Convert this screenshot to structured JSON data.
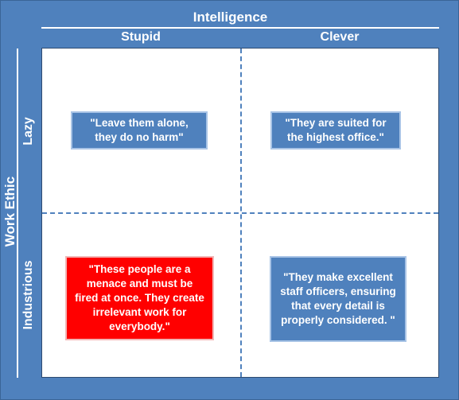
{
  "x_axis": {
    "title": "Intelligence",
    "columns": [
      "Stupid",
      "Clever"
    ]
  },
  "y_axis": {
    "title": "Work Ethic",
    "rows": [
      "Lazy",
      "Industrious"
    ]
  },
  "quadrants": {
    "lazy_stupid": {
      "text": "\"Leave them alone, they do no harm\"",
      "color": "#4f81bd"
    },
    "lazy_clever": {
      "text": "\"They are suited for the highest office.\"",
      "color": "#4f81bd"
    },
    "industrious_stupid": {
      "text": "\"These people are a menace and must be fired at once. They create irrelevant work for everybody.\"",
      "color": "#ff0000"
    },
    "industrious_clever": {
      "text": "\"They make excellent staff officers, ensuring that every detail is properly considered. \"",
      "color": "#4f81bd"
    }
  }
}
